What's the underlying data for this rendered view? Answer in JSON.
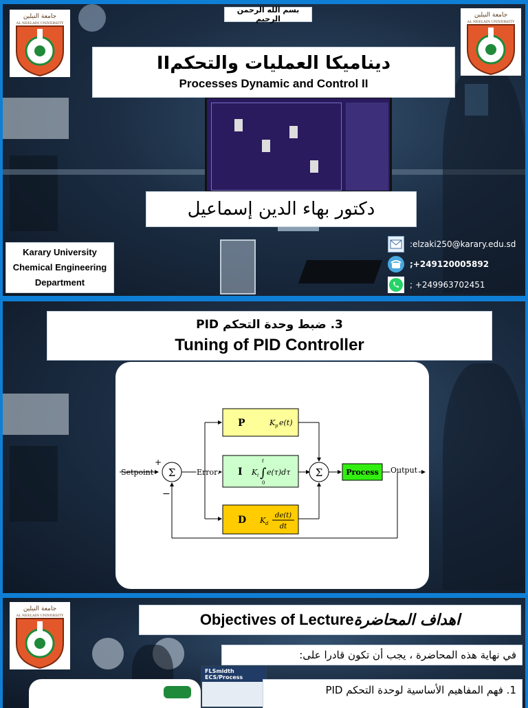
{
  "slide1": {
    "basmala": "بسم الله الرحمن الرحيم",
    "title_ar": "ديناميكا العمليات والتحكمII",
    "title_en": "Processes Dynamic and Control II",
    "doctor": "دكتور بهاء الدين إسماعيل",
    "university": [
      "Karary University",
      "Chemical Engineering",
      "Department"
    ],
    "contacts": {
      "email": ":elzaki250@karary.edu.sd",
      "phone": ";+249120005892",
      "whatsapp": "; +249963702451"
    },
    "logo_text": "جامعة النيلين",
    "logo_sub": "AL NEELAIN   UNIVERSITY"
  },
  "slide2": {
    "title_ar": "3. ضبط وحدة التحكم PID",
    "title_en": "Tuning of PID Controller",
    "diagram": {
      "setpoint": "Setpoint",
      "plus": "+",
      "minus": "−",
      "sigma": "Σ",
      "error": "Error",
      "p": "P",
      "i": "I",
      "d": "D",
      "process": "Process",
      "output": "Output",
      "kp": "K",
      "kp_sub": "p",
      "et": "e(t)",
      "ki": "K",
      "ki_sub": "i",
      "integral": "∫",
      "int_upper": "t",
      "int_lower": "0",
      "int_body": "e(τ)dτ",
      "kd": "K",
      "kd_sub": "d",
      "de": "de(t)",
      "dt": "dt"
    },
    "colors": {
      "p_i_fill": "#ffff99",
      "d_fill": "#ffcc00",
      "i_fill": "#ccffcc",
      "process_fill": "#33ee11"
    }
  },
  "slide3": {
    "title_en": "Objectives of Lecture",
    "title_ar": "اهداف المحاضرة",
    "intro": "في نهاية هذه المحاضرة ، يجب أن تكون قادرا على:",
    "item1": "1. فهم المفاهيم الأساسية لوحدة التحكم PID",
    "panel_label": "FLSmidth   ECS/Process"
  }
}
